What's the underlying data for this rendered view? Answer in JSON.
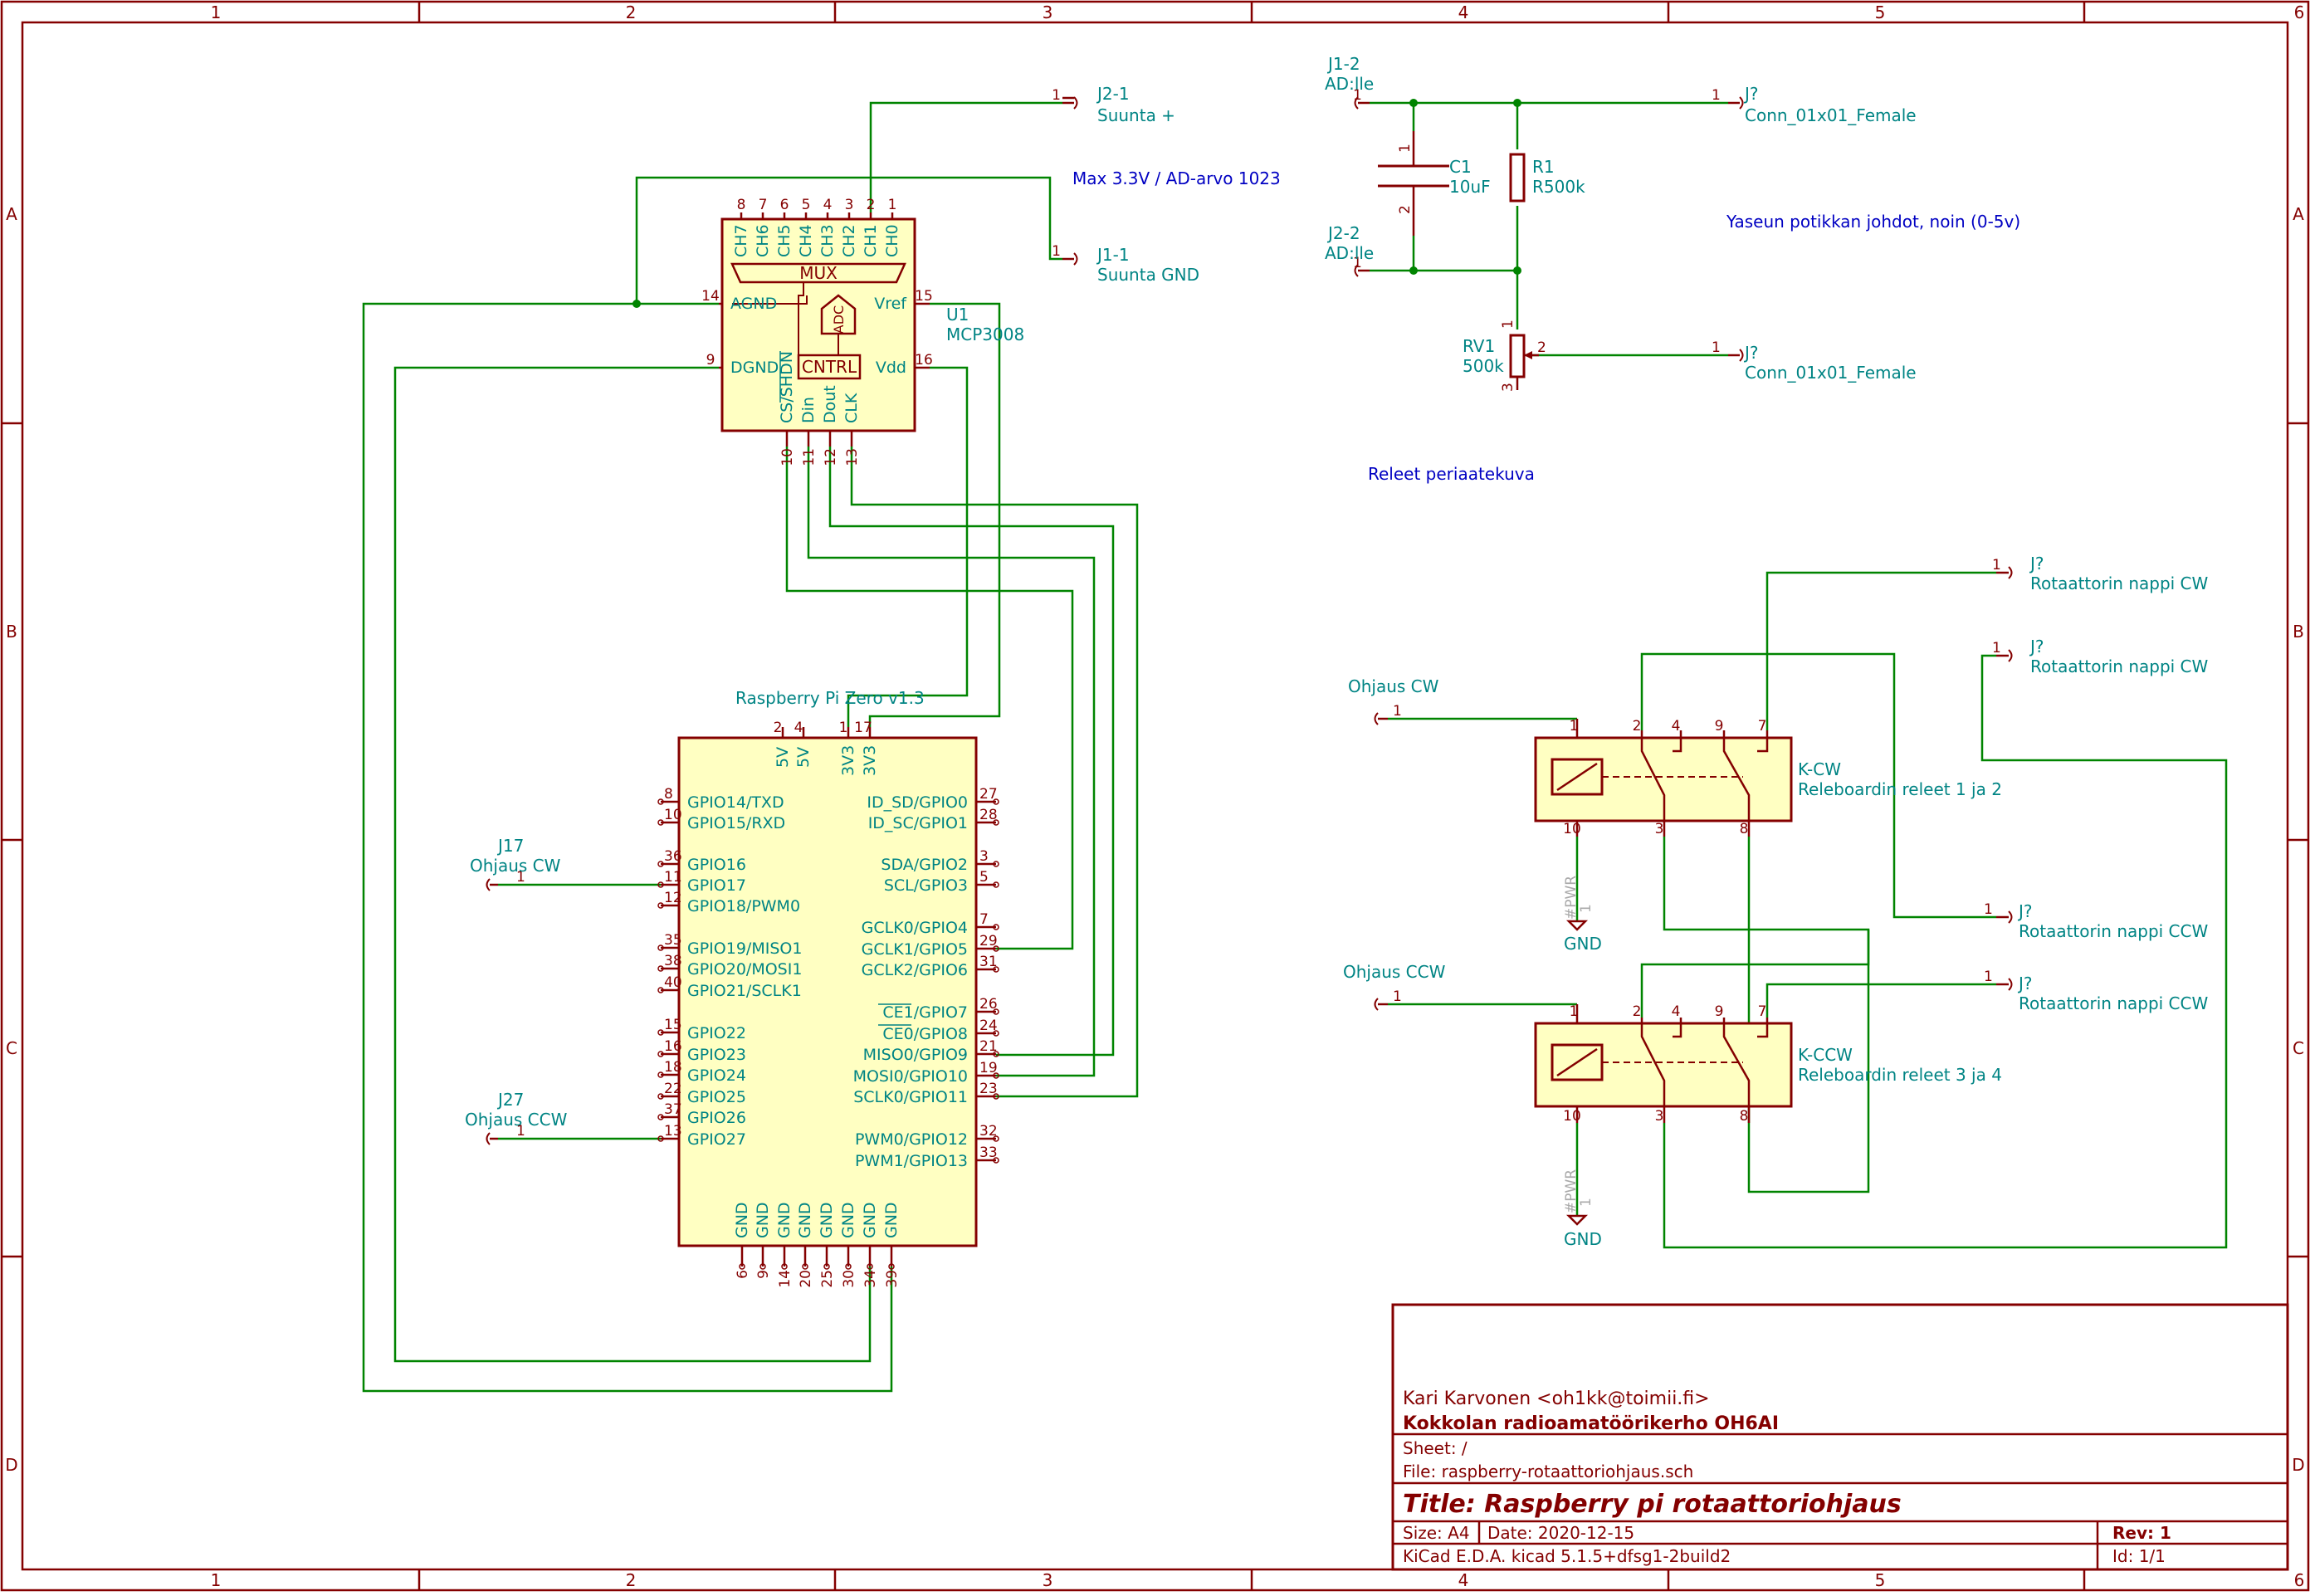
{
  "frame": {
    "columns": [
      "1",
      "2",
      "3",
      "4",
      "5",
      "6"
    ],
    "rows": [
      "A",
      "B",
      "C",
      "D"
    ]
  },
  "mcp3008": {
    "ref": "U1",
    "value": "MCP3008",
    "channels": [
      {
        "num": "8",
        "name": "CH7"
      },
      {
        "num": "7",
        "name": "CH6"
      },
      {
        "num": "6",
        "name": "CH5"
      },
      {
        "num": "5",
        "name": "CH4"
      },
      {
        "num": "4",
        "name": "CH3"
      },
      {
        "num": "3",
        "name": "CH2"
      },
      {
        "num": "2",
        "name": "CH1"
      },
      {
        "num": "1",
        "name": "CH0"
      }
    ],
    "mux": "MUX",
    "adc": "ADC",
    "cntrl": "CNTRL",
    "left_pins": [
      {
        "num": "14",
        "name": "AGND"
      },
      {
        "num": "9",
        "name": "DGND"
      }
    ],
    "right_pins": [
      {
        "num": "15",
        "name": "Vref"
      },
      {
        "num": "16",
        "name": "Vdd"
      }
    ],
    "bottom_pins": [
      {
        "num": "10",
        "name": "CS/SHDN"
      },
      {
        "num": "11",
        "name": "Din"
      },
      {
        "num": "12",
        "name": "Dout"
      },
      {
        "num": "13",
        "name": "CLK"
      }
    ]
  },
  "rpi": {
    "title": "Raspberry Pi Zero v1.3",
    "top_pins": [
      {
        "num": "2",
        "name": "5V"
      },
      {
        "num": "4",
        "name": "5V"
      },
      {
        "num": "1",
        "name": "3V3"
      },
      {
        "num": "17",
        "name": "3V3"
      }
    ],
    "left_pins": [
      {
        "num": "8",
        "name": "GPIO14/TXD"
      },
      {
        "num": "10",
        "name": "GPIO15/RXD"
      },
      {
        "num": "36",
        "name": "GPIO16"
      },
      {
        "num": "11",
        "name": "GPIO17"
      },
      {
        "num": "12",
        "name": "GPIO18/PWM0"
      },
      {
        "num": "35",
        "name": "GPIO19/MISO1"
      },
      {
        "num": "38",
        "name": "GPIO20/MOSI1"
      },
      {
        "num": "40",
        "name": "GPIO21/SCLK1"
      },
      {
        "num": "15",
        "name": "GPIO22"
      },
      {
        "num": "16",
        "name": "GPIO23"
      },
      {
        "num": "18",
        "name": "GPIO24"
      },
      {
        "num": "22",
        "name": "GPIO25"
      },
      {
        "num": "37",
        "name": "GPIO26"
      },
      {
        "num": "13",
        "name": "GPIO27"
      }
    ],
    "right_pins": [
      {
        "num": "27",
        "name": "ID_SD/GPIO0"
      },
      {
        "num": "28",
        "name": "ID_SC/GPIO1"
      },
      {
        "num": "3",
        "name": "SDA/GPIO2"
      },
      {
        "num": "5",
        "name": "SCL/GPIO3"
      },
      {
        "num": "7",
        "name": "GCLK0/GPIO4"
      },
      {
        "num": "29",
        "name": "GCLK1/GPIO5"
      },
      {
        "num": "31",
        "name": "GCLK2/GPIO6"
      },
      {
        "num": "26",
        "name": "CE1/GPIO7"
      },
      {
        "num": "24",
        "name": "CE0/GPIO8"
      },
      {
        "num": "21",
        "name": "MISO0/GPIO9"
      },
      {
        "num": "19",
        "name": "MOSI0/GPIO10"
      },
      {
        "num": "23",
        "name": "SCLK0/GPIO11"
      },
      {
        "num": "32",
        "name": "PWM0/GPIO12"
      },
      {
        "num": "33",
        "name": "PWM1/GPIO13"
      }
    ],
    "bottom_pins": [
      {
        "num": "6",
        "name": "GND"
      },
      {
        "num": "9",
        "name": "GND"
      },
      {
        "num": "14",
        "name": "GND"
      },
      {
        "num": "20",
        "name": "GND"
      },
      {
        "num": "25",
        "name": "GND"
      },
      {
        "num": "30",
        "name": "GND"
      },
      {
        "num": "34",
        "name": "GND"
      },
      {
        "num": "39",
        "name": "GND"
      }
    ]
  },
  "connectors": {
    "j2_1": {
      "ref": "J2-1",
      "value": "Suunta +",
      "pin": "1"
    },
    "j1_1": {
      "ref": "J1-1",
      "value": "Suunta GND",
      "pin": "1"
    },
    "j17": {
      "ref": "J17",
      "value": "Ohjaus CW",
      "pin": "1"
    },
    "j27": {
      "ref": "J27",
      "value": "Ohjaus CCW",
      "pin": "1"
    },
    "j1_2": {
      "ref": "J1-2",
      "value": "AD:lle",
      "pin": "1"
    },
    "j2_2": {
      "ref": "J2-2",
      "value": "AD:lle",
      "pin": "1"
    },
    "jq1": {
      "ref": "J?",
      "value": "Conn_01x01_Female",
      "pin": "1"
    },
    "jq2": {
      "ref": "J?",
      "value": "Conn_01x01_Female",
      "pin": "1"
    },
    "ohjaus_cw": {
      "value": "Ohjaus CW",
      "pin": "1"
    },
    "ohjaus_ccw": {
      "value": "Ohjaus CCW",
      "pin": "1"
    },
    "jq3": {
      "ref": "J?",
      "value": "Rotaattorin nappi CW",
      "pin": "1"
    },
    "jq4": {
      "ref": "J?",
      "value": "Rotaattorin nappi CW",
      "pin": "1"
    },
    "jq5": {
      "ref": "J?",
      "value": "Rotaattorin nappi CCW",
      "pin": "1"
    },
    "jq6": {
      "ref": "J?",
      "value": "Rotaattorin nappi CCW",
      "pin": "1"
    }
  },
  "components": {
    "c1": {
      "ref": "C1",
      "value": "10uF",
      "pin1": "1",
      "pin2": "2"
    },
    "r1": {
      "ref": "R1",
      "value": "R500k"
    },
    "rv1": {
      "ref": "RV1",
      "value": "500k",
      "pin1": "1",
      "pin2": "2",
      "pin3": "3"
    }
  },
  "relays": {
    "k_cw": {
      "ref": "K-CW",
      "value": "Releboardin releet 1 ja 2",
      "pins": [
        "1",
        "2",
        "4",
        "9",
        "7",
        "10",
        "3",
        "8"
      ]
    },
    "k_ccw": {
      "ref": "K-CCW",
      "value": "Releboardin releet 3 ja 4",
      "pins": [
        "1",
        "2",
        "4",
        "9",
        "7",
        "10",
        "3",
        "8"
      ]
    }
  },
  "power": {
    "gnd1": {
      "label": "GND",
      "ref": "#PWR",
      "pin": "1"
    },
    "gnd2": {
      "label": "GND",
      "ref": "#PWR",
      "pin": "1"
    }
  },
  "notes": {
    "max": "Max 3.3V / AD-arvo 1023",
    "yaseun": "Yaseun potikkan johdot, noin (0-5v)",
    "releet": "Releet periaatekuva"
  },
  "title_block": {
    "author": "Kari Karvonen <oh1kk@toimii.fi>",
    "company": "Kokkolan radioamatöörikerho OH6AI",
    "sheet": "Sheet: /",
    "file": "File: raspberry-rotaattoriohjaus.sch",
    "title": "Title: Raspberry pi rotaattoriohjaus",
    "size": "Size: A4",
    "date": "Date: 2020-12-15",
    "rev": "Rev: 1",
    "tool": "KiCad E.D.A.  kicad 5.1.5+dfsg1-2build2",
    "id": "Id: 1/1"
  }
}
